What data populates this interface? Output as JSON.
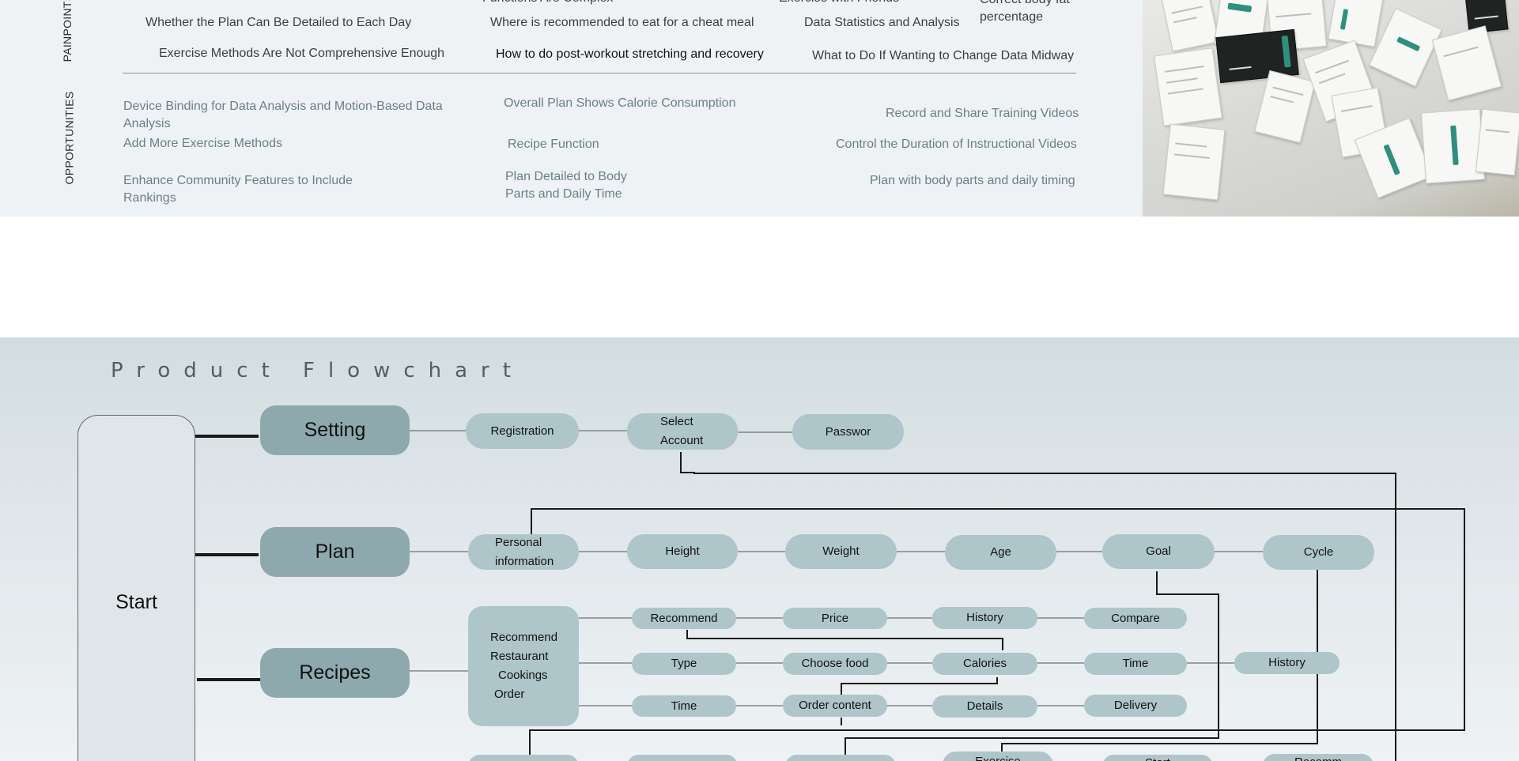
{
  "painpoints": {
    "label": "PAINPOINTS",
    "partial_row": [
      "Functions Are Complex",
      "Exercise with Friends",
      "Correct body fat percentage"
    ],
    "rows": [
      [
        "Whether the Plan Can Be Detailed to Each Day",
        "Where is recommended to eat for a cheat meal",
        "Data Statistics and Analysis"
      ],
      [
        "Exercise Methods Are Not Comprehensive Enough",
        "How to do post-workout stretching and recovery",
        "What to Do If Wanting to Change Data Midway"
      ]
    ]
  },
  "opportunities": {
    "label": "OPPORTUNITIES",
    "items": [
      "Device Binding for Data Analysis and Motion-Based Data Analysis",
      "Overall Plan Shows Calorie Consumption",
      "Record and Share Training Videos",
      "Add More Exercise Methods",
      "Recipe Function",
      "Control the Duration of Instructional Videos",
      "Enhance Community Features to Include Rankings",
      "Plan Detailed to Body Parts and Daily Time",
      "Plan with body parts and daily timing"
    ]
  },
  "flowchart": {
    "title": "Product Flowchart",
    "start": "Start",
    "main": [
      "Setting",
      "Plan",
      "Recipes"
    ],
    "setting": [
      "Registration",
      "Select Account",
      "Passwor"
    ],
    "plan": [
      "Personal information",
      "Height",
      "Weight",
      "Age",
      "Goal",
      "Cycle"
    ],
    "recipes_box": [
      "Recommend",
      "Restaurant",
      "Cookings",
      "Order"
    ],
    "recipes_row1": [
      "Recommend",
      "Price",
      "History",
      "Compare"
    ],
    "recipes_row2": [
      "Type",
      "Choose food",
      "Calories",
      "Time",
      "History"
    ],
    "recipes_row3": [
      "Time",
      "Order content",
      "Details",
      "Delivery"
    ],
    "bottom_partial": [
      "Exercise",
      "Start",
      "Recomm"
    ]
  },
  "colors": {
    "section_bg": "#eef2f4",
    "main_node": "#8ea9ae",
    "sub_node": "#aec6ca",
    "start_box": "#dfe5e8"
  }
}
